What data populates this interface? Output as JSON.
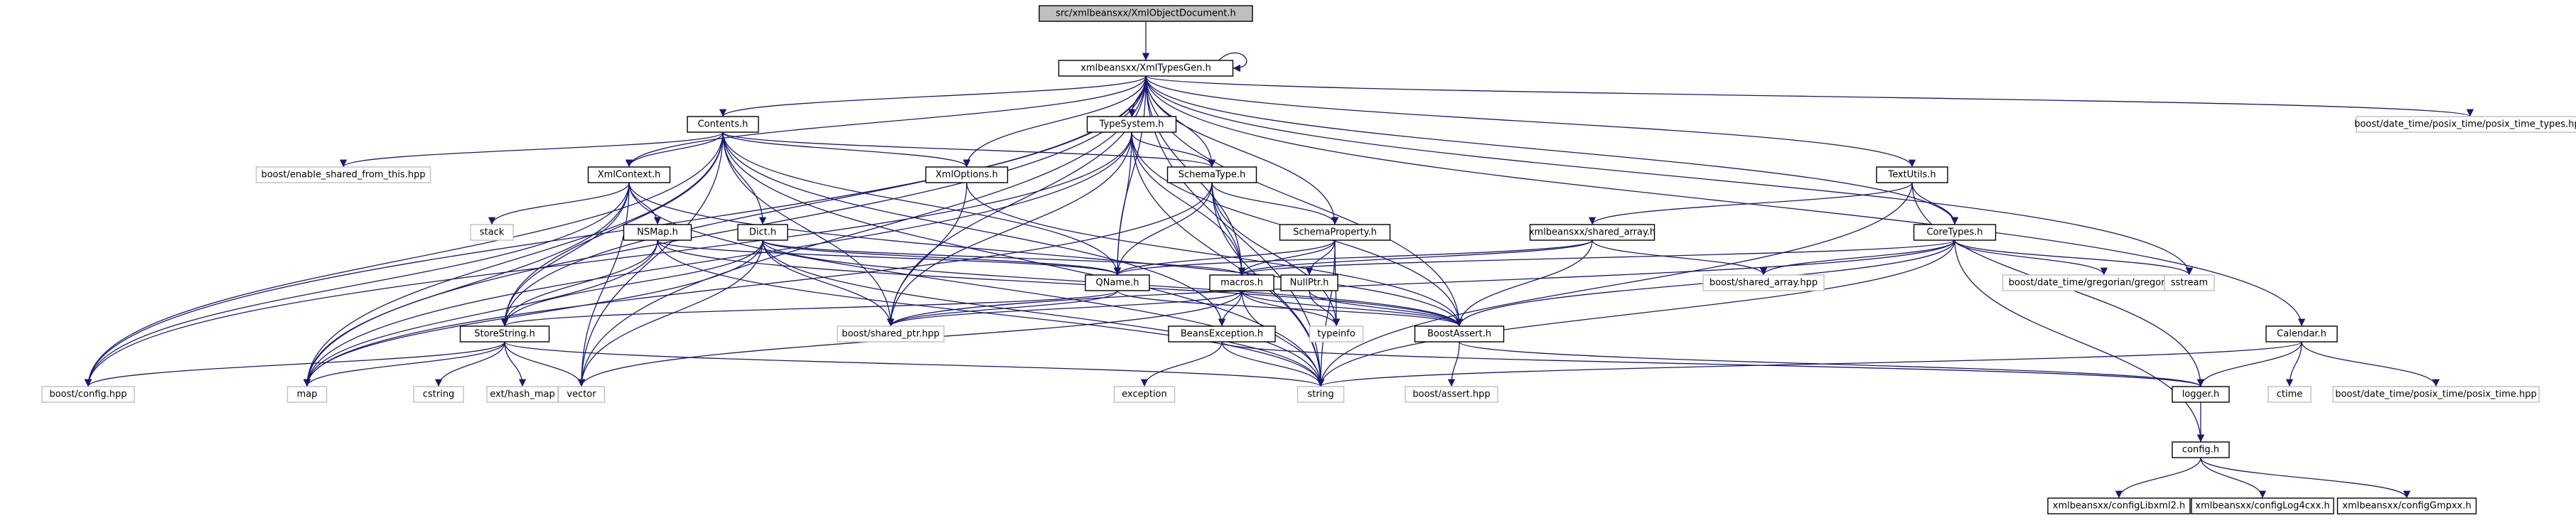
{
  "diagram": {
    "nodes": [
      {
        "id": "root",
        "label": "src/xmlbeansxx/XmlObjectDocument.h",
        "kind": "root"
      },
      {
        "id": "xtg",
        "label": "xmlbeansxx/XmlTypesGen.h",
        "kind": "local"
      },
      {
        "id": "contents",
        "label": "Contents.h",
        "kind": "local"
      },
      {
        "id": "typesystem",
        "label": "TypeSystem.h",
        "kind": "local"
      },
      {
        "id": "xmlcontext",
        "label": "XmlContext.h",
        "kind": "local"
      },
      {
        "id": "xmloptions",
        "label": "XmlOptions.h",
        "kind": "local"
      },
      {
        "id": "schematype",
        "label": "SchemaType.h",
        "kind": "local"
      },
      {
        "id": "schemaproperty",
        "label": "SchemaProperty.h",
        "kind": "local"
      },
      {
        "id": "textutils",
        "label": "TextUtils.h",
        "kind": "local"
      },
      {
        "id": "sharedarray",
        "label": "xmlbeansxx/shared_array.h",
        "kind": "local"
      },
      {
        "id": "coretypes",
        "label": "CoreTypes.h",
        "kind": "local"
      },
      {
        "id": "nsmap",
        "label": "NSMap.h",
        "kind": "local"
      },
      {
        "id": "dict",
        "label": "Dict.h",
        "kind": "local"
      },
      {
        "id": "qname",
        "label": "QName.h",
        "kind": "local"
      },
      {
        "id": "macros",
        "label": "macros.h",
        "kind": "local"
      },
      {
        "id": "nullptr",
        "label": "NullPtr.h",
        "kind": "local"
      },
      {
        "id": "storestring",
        "label": "StoreString.h",
        "kind": "local"
      },
      {
        "id": "beansexc",
        "label": "BeansException.h",
        "kind": "local"
      },
      {
        "id": "boostassert",
        "label": "BoostAssert.h",
        "kind": "local"
      },
      {
        "id": "calendar",
        "label": "Calendar.h",
        "kind": "local"
      },
      {
        "id": "logger",
        "label": "logger.h",
        "kind": "local"
      },
      {
        "id": "config",
        "label": "config.h",
        "kind": "local"
      },
      {
        "id": "cfglibxml2",
        "label": "xmlbeansxx/configLibxml2.h",
        "kind": "local"
      },
      {
        "id": "cfglog4cxx",
        "label": "xmlbeansxx/configLog4cxx.h",
        "kind": "local"
      },
      {
        "id": "cfggmpxx",
        "label": "xmlbeansxx/configGmpxx.h",
        "kind": "local"
      },
      {
        "id": "boostpttypes",
        "label": "boost/date_time/posix_time/posix_time_types.hpp",
        "kind": "external"
      },
      {
        "id": "enableshared",
        "label": "boost/enable_shared_from_this.hpp",
        "kind": "external"
      },
      {
        "id": "stack",
        "label": "stack",
        "kind": "external"
      },
      {
        "id": "typeinfo",
        "label": "typeinfo",
        "kind": "external"
      },
      {
        "id": "sharedptr",
        "label": "boost/shared_ptr.hpp",
        "kind": "external"
      },
      {
        "id": "boostsharedarray",
        "label": "boost/shared_array.hpp",
        "kind": "external"
      },
      {
        "id": "gregorian",
        "label": "boost/date_time/gregorian/gregorian.hpp",
        "kind": "external"
      },
      {
        "id": "sstream",
        "label": "sstream",
        "kind": "external"
      },
      {
        "id": "boostconfig",
        "label": "boost/config.hpp",
        "kind": "external"
      },
      {
        "id": "map",
        "label": "map",
        "kind": "external"
      },
      {
        "id": "cstring",
        "label": "cstring",
        "kind": "external"
      },
      {
        "id": "hashmap",
        "label": "ext/hash_map",
        "kind": "external"
      },
      {
        "id": "vector",
        "label": "vector",
        "kind": "external"
      },
      {
        "id": "string",
        "label": "string",
        "kind": "external"
      },
      {
        "id": "exception",
        "label": "exception",
        "kind": "external"
      },
      {
        "id": "boostassert_hpp",
        "label": "boost/assert.hpp",
        "kind": "external"
      },
      {
        "id": "ctime",
        "label": "ctime",
        "kind": "external"
      },
      {
        "id": "posixtime",
        "label": "boost/date_time/posix_time/posix_time.hpp",
        "kind": "external"
      }
    ],
    "edges": [
      [
        "root",
        "xtg"
      ],
      [
        "xtg",
        "xtg"
      ],
      [
        "xtg",
        "contents"
      ],
      [
        "xtg",
        "typesystem"
      ],
      [
        "xtg",
        "schematype"
      ],
      [
        "xtg",
        "xmloptions"
      ],
      [
        "xtg",
        "schemaproperty"
      ],
      [
        "xtg",
        "textutils"
      ],
      [
        "xtg",
        "coretypes"
      ],
      [
        "xtg",
        "calendar"
      ],
      [
        "xtg",
        "boostpttypes"
      ],
      [
        "xtg",
        "boostconfig"
      ],
      [
        "xtg",
        "map"
      ],
      [
        "xtg",
        "vector"
      ],
      [
        "xtg",
        "storestring"
      ],
      [
        "xtg",
        "sharedptr"
      ],
      [
        "xtg",
        "macros"
      ],
      [
        "xtg",
        "qname"
      ],
      [
        "xtg",
        "boostassert"
      ],
      [
        "xtg",
        "string"
      ],
      [
        "xtg",
        "sstream"
      ],
      [
        "xtg",
        "xmlcontext"
      ],
      [
        "contents",
        "enableshared"
      ],
      [
        "contents",
        "xmlcontext"
      ],
      [
        "contents",
        "xmloptions"
      ],
      [
        "contents",
        "schematype"
      ],
      [
        "contents",
        "dict"
      ],
      [
        "contents",
        "qname"
      ],
      [
        "contents",
        "beansexc"
      ],
      [
        "contents",
        "sharedptr"
      ],
      [
        "contents",
        "boostconfig"
      ],
      [
        "contents",
        "map"
      ],
      [
        "contents",
        "vector"
      ],
      [
        "contents",
        "string"
      ],
      [
        "contents",
        "storestring"
      ],
      [
        "typesystem",
        "schematype"
      ],
      [
        "typesystem",
        "macros"
      ],
      [
        "typesystem",
        "qname"
      ],
      [
        "typesystem",
        "boostassert"
      ],
      [
        "typesystem",
        "sharedptr"
      ],
      [
        "typesystem",
        "map"
      ],
      [
        "typesystem",
        "string"
      ],
      [
        "typesystem",
        "boostconfig"
      ],
      [
        "xmlcontext",
        "stack"
      ],
      [
        "xmlcontext",
        "nsmap"
      ],
      [
        "xmlcontext",
        "storestring"
      ],
      [
        "xmlcontext",
        "map"
      ],
      [
        "xmlcontext",
        "vector"
      ],
      [
        "xmlcontext",
        "string"
      ],
      [
        "xmlcontext",
        "boostassert"
      ],
      [
        "xmlcontext",
        "boostconfig"
      ],
      [
        "xmloptions",
        "sharedptr"
      ],
      [
        "xmloptions",
        "boostassert"
      ],
      [
        "schematype",
        "schemaproperty"
      ],
      [
        "schematype",
        "macros"
      ],
      [
        "schematype",
        "qname"
      ],
      [
        "schematype",
        "typeinfo"
      ],
      [
        "schematype",
        "map"
      ],
      [
        "schematype",
        "string"
      ],
      [
        "schemaproperty",
        "nullptr"
      ],
      [
        "schemaproperty",
        "macros"
      ],
      [
        "schemaproperty",
        "qname"
      ],
      [
        "schemaproperty",
        "typeinfo"
      ],
      [
        "schemaproperty",
        "string"
      ],
      [
        "textutils",
        "sharedarray"
      ],
      [
        "textutils",
        "coretypes"
      ],
      [
        "textutils",
        "string"
      ],
      [
        "textutils",
        "logger"
      ],
      [
        "sharedarray",
        "boostsharedarray"
      ],
      [
        "sharedarray",
        "boostassert"
      ],
      [
        "sharedarray",
        "macros"
      ],
      [
        "sharedarray",
        "qname"
      ],
      [
        "coretypes",
        "boostsharedarray"
      ],
      [
        "coretypes",
        "gregorian"
      ],
      [
        "coretypes",
        "sstream"
      ],
      [
        "coretypes",
        "boostassert"
      ],
      [
        "coretypes",
        "macros"
      ],
      [
        "coretypes",
        "string"
      ],
      [
        "coretypes",
        "config"
      ],
      [
        "coretypes",
        "sharedptr"
      ],
      [
        "nsmap",
        "qname"
      ],
      [
        "nsmap",
        "storestring"
      ],
      [
        "nsmap",
        "map"
      ],
      [
        "nsmap",
        "string"
      ],
      [
        "nsmap",
        "boostassert"
      ],
      [
        "dict",
        "qname"
      ],
      [
        "dict",
        "macros"
      ],
      [
        "dict",
        "storestring"
      ],
      [
        "dict",
        "sharedptr"
      ],
      [
        "dict",
        "map"
      ],
      [
        "dict",
        "vector"
      ],
      [
        "dict",
        "string"
      ],
      [
        "dict",
        "boostassert"
      ],
      [
        "qname",
        "storestring"
      ],
      [
        "qname",
        "boostassert"
      ],
      [
        "qname",
        "sharedptr"
      ],
      [
        "macros",
        "beansexc"
      ],
      [
        "macros",
        "boostassert"
      ],
      [
        "macros",
        "sharedptr"
      ],
      [
        "macros",
        "string"
      ],
      [
        "macros",
        "vector"
      ],
      [
        "macros",
        "typeinfo"
      ],
      [
        "nullptr",
        "boostassert"
      ],
      [
        "nullptr",
        "typeinfo"
      ],
      [
        "storestring",
        "boostconfig"
      ],
      [
        "storestring",
        "cstring"
      ],
      [
        "storestring",
        "hashmap"
      ],
      [
        "storestring",
        "vector"
      ],
      [
        "storestring",
        "string"
      ],
      [
        "storestring",
        "map"
      ],
      [
        "beansexc",
        "exception"
      ],
      [
        "beansexc",
        "string"
      ],
      [
        "beansexc",
        "logger"
      ],
      [
        "boostassert",
        "boostassert_hpp"
      ],
      [
        "boostassert",
        "logger"
      ],
      [
        "calendar",
        "string"
      ],
      [
        "calendar",
        "logger"
      ],
      [
        "calendar",
        "ctime"
      ],
      [
        "calendar",
        "posixtime"
      ],
      [
        "logger",
        "config"
      ],
      [
        "config",
        "cfglibxml2"
      ],
      [
        "config",
        "cfglog4cxx"
      ],
      [
        "config",
        "cfggmpxx"
      ]
    ]
  }
}
